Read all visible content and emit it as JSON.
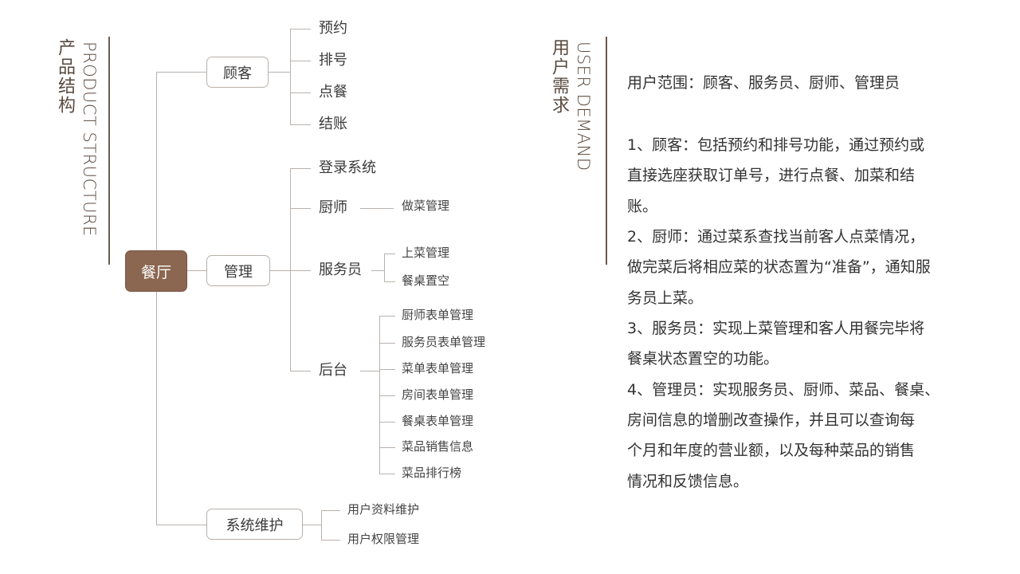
{
  "left_title_en": "PRODUCT STRUCTURE",
  "left_title_cn": "产品结构",
  "right_title_en": "USER DEMAND",
  "right_title_cn": "用户需求",
  "tree": {
    "root": "餐厅",
    "customer": {
      "label": "顾客",
      "children": [
        "预约",
        "排号",
        "点餐",
        "结账"
      ]
    },
    "management": {
      "label": "管理",
      "login": "登录系统",
      "chef": {
        "label": "厨师",
        "children": [
          "做菜管理"
        ]
      },
      "waiter": {
        "label": "服务员",
        "children": [
          "上菜管理",
          "餐桌置空"
        ]
      },
      "backend": {
        "label": "后台",
        "children": [
          "厨师表单管理",
          "服务员表单管理",
          "菜单表单管理",
          "房间表单管理",
          "餐桌表单管理",
          "菜品销售信息",
          "菜品排行榜"
        ]
      }
    },
    "maintenance": {
      "label": "系统维护",
      "children": [
        "用户资料维护",
        "用户权限管理"
      ]
    }
  },
  "requirements": {
    "lines": [
      "用户范围：顾客、服务员、厨师、管理员",
      "1、顾客：包括预约和排号功能，通过预约或",
      "直接选座获取订单号，进行点餐、加菜和结",
      "账。",
      "2、厨师：通过菜系查找当前客人点菜情况，",
      "做完菜后将相应菜的状态置为“准备”，通知服",
      "务员上菜。",
      "3、服务员：实现上菜管理和客人用餐完毕将",
      "餐桌状态置空的功能。",
      "4、管理员：实现服务员、厨师、菜品、餐桌、",
      "房间信息的增删改查操作，并且可以查询每",
      "个月和年度的营业额，以及每种菜品的销售",
      "情况和反馈信息。"
    ]
  }
}
